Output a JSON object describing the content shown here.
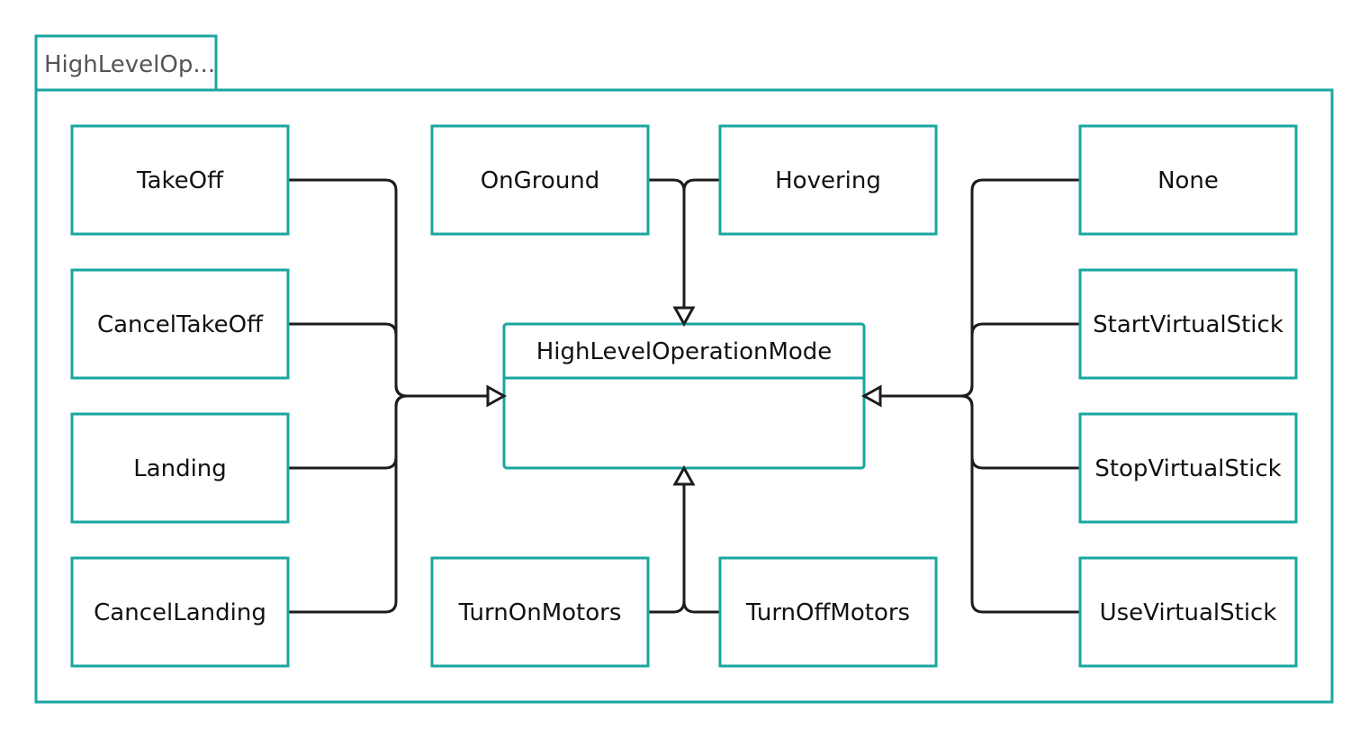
{
  "frame": {
    "label": "HighLevelOp..."
  },
  "central_class": {
    "name": "HighLevelOperationMode"
  },
  "nodes": {
    "takeoff": "TakeOff",
    "cancel_takeoff": "CancelTakeOff",
    "landing": "Landing",
    "cancel_landing": "CancelLanding",
    "on_ground": "OnGround",
    "hovering": "Hovering",
    "turn_on_motors": "TurnOnMotors",
    "turn_off_motors": "TurnOffMotors",
    "none": "None",
    "start_virtual_stick": "StartVirtualStick",
    "stop_virtual_stick": "StopVirtualStick",
    "use_virtual_stick": "UseVirtualStick"
  },
  "relation": "generalization",
  "colors": {
    "border": "#1aa6a0",
    "edge": "#1c1c1c",
    "text": "#111111"
  }
}
